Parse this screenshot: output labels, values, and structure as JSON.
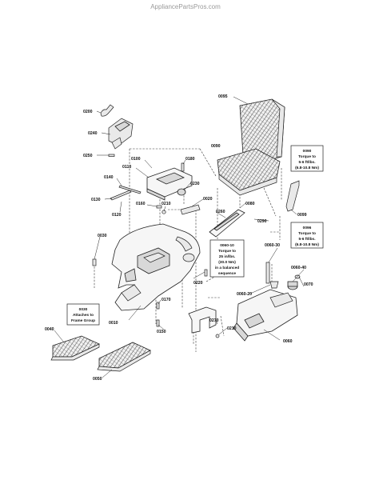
{
  "watermark": "AppliancePartsPros.com",
  "parts": {
    "p0200": "0200",
    "p0240": "0240",
    "p0250": "0250",
    "p0100": "0100",
    "p0110": "0110",
    "p0180": "0180",
    "p0230": "0230",
    "p0140": "0140",
    "p0130": "0130",
    "p0120": "0120",
    "p0160": "0160",
    "p0020": "0020",
    "p0210a": "0210",
    "p0260": "0260",
    "p0080": "0080",
    "p0090": "0090",
    "p0095": "0095",
    "p0290": "0290",
    "p0099": "0099",
    "p0030": "0030",
    "p0220": "0220",
    "p0060_30": "0060-30",
    "p0060_40": "0060-40",
    "p0070": "0070",
    "p0060_20": "0060-20",
    "p0170": "0170",
    "p0010": "0010",
    "p0150": "0150",
    "p0270": "0270",
    "p0210b": "0210",
    "p0060": "0060",
    "p0040": "0040",
    "p0050": "0050"
  },
  "notes": {
    "n0090": [
      "0090",
      "Torque to",
      "5-6 ft/lbs.",
      "(6.8-10.8 Nm)"
    ],
    "n0096": [
      "0096",
      "Torque to",
      "5-6 ft/lbs.",
      "(6.8-10.8 Nm)"
    ],
    "n0060_10": [
      "0060-10",
      "Torque to",
      "25 in/lbs.",
      "(30.0 Nm)",
      "in a balanced",
      "sequence"
    ],
    "n0030": [
      "0030",
      "Attaches to",
      "Frame Group"
    ]
  }
}
